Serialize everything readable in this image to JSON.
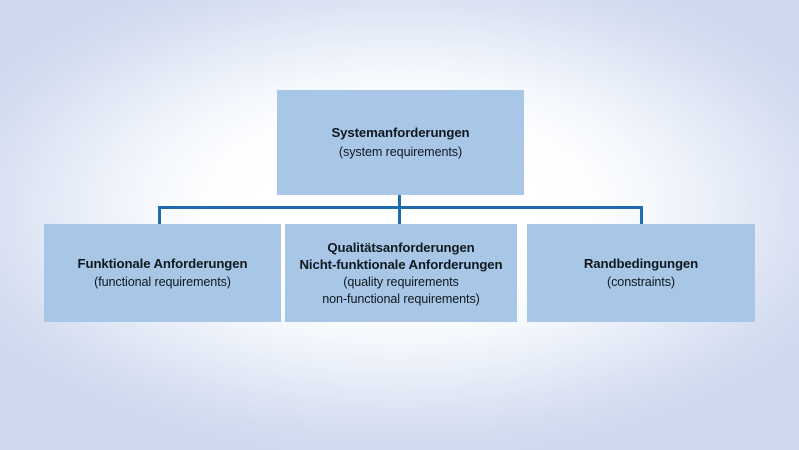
{
  "diagram": {
    "type": "hierarchy-tree",
    "colors": {
      "box_fill": "#a8c6e6",
      "connector": "#1d6bb0",
      "text": "#101820",
      "background_center": "#ffffff",
      "background_edge": "#ced7ee"
    },
    "root": {
      "title": "Systemanforderungen",
      "subtitle": "(system requirements)"
    },
    "children": [
      {
        "title": "Funktionale Anforderungen",
        "subtitle_lines": [
          "(functional requirements)"
        ]
      },
      {
        "title_lines": [
          "Qualitätsanforderungen",
          "Nicht-funktionale Anforderungen"
        ],
        "subtitle_lines": [
          "(quality requirements",
          "non-functional requirements)"
        ]
      },
      {
        "title": "Randbedingungen",
        "subtitle_lines": [
          "(constraints)"
        ]
      }
    ]
  }
}
